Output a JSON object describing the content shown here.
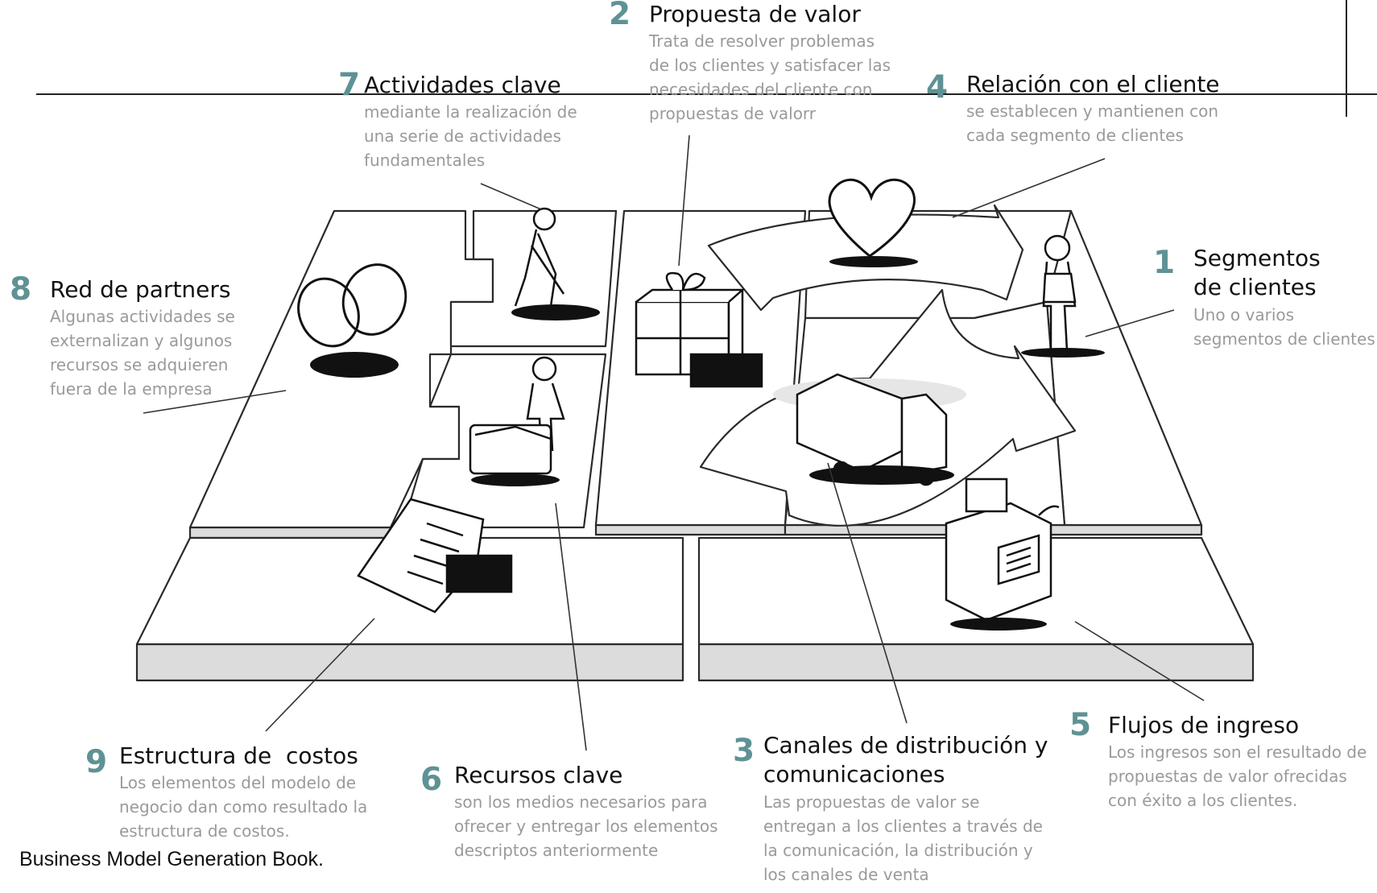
{
  "credit": "Business Model Generation Book.",
  "blocks": [
    {
      "number": "1",
      "title": "Segmentos de clientes",
      "title_lines": [
        "Segmentos",
        "de clientes"
      ],
      "desc": "Uno o varios segmentos de clientes",
      "desc_lines": [
        "Uno o varios",
        "segmentos de clientes"
      ]
    },
    {
      "number": "2",
      "title": "Propuesta de valor",
      "desc": "Trata de resolver problemas de los clientes y satisfacer las necesidades del cliente con propuestas de valorr",
      "desc_lines": [
        "Trata de resolver problemas",
        "de los clientes y satisfacer las",
        "necesidades del cliente con",
        "propuestas de valorr"
      ]
    },
    {
      "number": "3",
      "title": "Canales de distribución y comunicaciones",
      "title_lines": [
        "Canales de distribución y",
        "comunicaciones"
      ],
      "desc": "Las propuestas de valor se entregan a los clientes a través de la comunicación, la distribución y los canales de venta",
      "desc_lines": [
        "Las propuestas de valor se",
        "entregan a los clientes a través de",
        "la comunicación, la distribución y",
        "los canales de venta"
      ]
    },
    {
      "number": "4",
      "title": "Relación con el cliente",
      "desc": "se establecen y mantienen con cada segmento de clientes",
      "desc_lines": [
        "se establecen y mantienen con",
        "cada segmento de clientes"
      ]
    },
    {
      "number": "5",
      "title": "Flujos de ingreso",
      "desc": "Los ingresos son el resultado de propuestas de valor ofrecidas con éxito a los clientes.",
      "desc_lines": [
        "Los ingresos son el resultado de",
        "propuestas de valor ofrecidas",
        "con éxito a los clientes."
      ]
    },
    {
      "number": "6",
      "title": "Recursos clave",
      "desc": "son los medios necesarios para ofrecer y entregar los elementos descriptos anteriormente",
      "desc_lines": [
        "son los medios necesarios para",
        "ofrecer y entregar los elementos",
        "descriptos anteriormente"
      ]
    },
    {
      "number": "7",
      "title": "Actividades clave",
      "desc": "mediante la realización de una serie de actividades fundamentales",
      "desc_lines": [
        "mediante la realización de",
        "una serie de actividades",
        "fundamentales"
      ]
    },
    {
      "number": "8",
      "title": "Red de partners",
      "desc": "Algunas actividades se externalizan y algunos recursos se adquieren fuera de la empresa",
      "desc_lines": [
        "Algunas actividades se",
        "externalizan y algunos",
        "recursos se adquieren",
        "fuera de la empresa"
      ]
    },
    {
      "number": "9",
      "title": "Estructura de  costos",
      "desc": "Los elementos del modelo de negocio dan como resultado la estructura de costos.",
      "desc_lines": [
        "Los elementos del modelo de",
        "negocio dan como resultado la",
        "estructura de costos."
      ]
    }
  ]
}
